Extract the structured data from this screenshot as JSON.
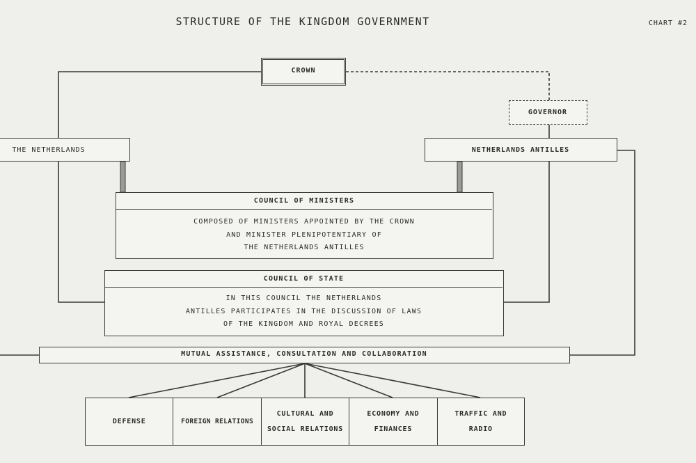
{
  "title": "STRUCTURE OF THE KINGDOM GOVERNMENT",
  "chart_number": "CHART #2",
  "nodes": {
    "crown": "CROWN",
    "governor": "GOVERNOR",
    "netherlands": "THE NETHERLANDS",
    "antilles": "NETHERLANDS ANTILLES",
    "council_of_ministers": {
      "header": "COUNCIL OF MINISTERS",
      "lines": [
        "COMPOSED OF MINISTERS APPOINTED BY THE CROWN",
        "AND MINISTER PLENIPOTENTIARY OF",
        "THE NETHERLANDS ANTILLES"
      ]
    },
    "council_of_state": {
      "header": "COUNCIL OF STATE",
      "lines": [
        "IN THIS COUNCIL THE NETHERLANDS",
        "ANTILLES PARTICIPATES IN THE DISCUSSION OF LAWS",
        "OF THE KINGDOM AND ROYAL DECREES"
      ]
    },
    "mutual": "MUTUAL ASSISTANCE, CONSULTATION AND COLLABORATION",
    "sections": [
      {
        "line1": "DEFENSE",
        "line2": ""
      },
      {
        "line1": "FOREIGN RELATIONS",
        "line2": ""
      },
      {
        "line1": "CULTURAL AND",
        "line2": "SOCIAL RELATIONS"
      },
      {
        "line1": "ECONOMY AND",
        "line2": "FINANCES"
      },
      {
        "line1": "TRAFFIC AND",
        "line2": "RADIO"
      }
    ]
  },
  "colors": {
    "line": "#3a3a3a",
    "paper": "#efefeb"
  }
}
